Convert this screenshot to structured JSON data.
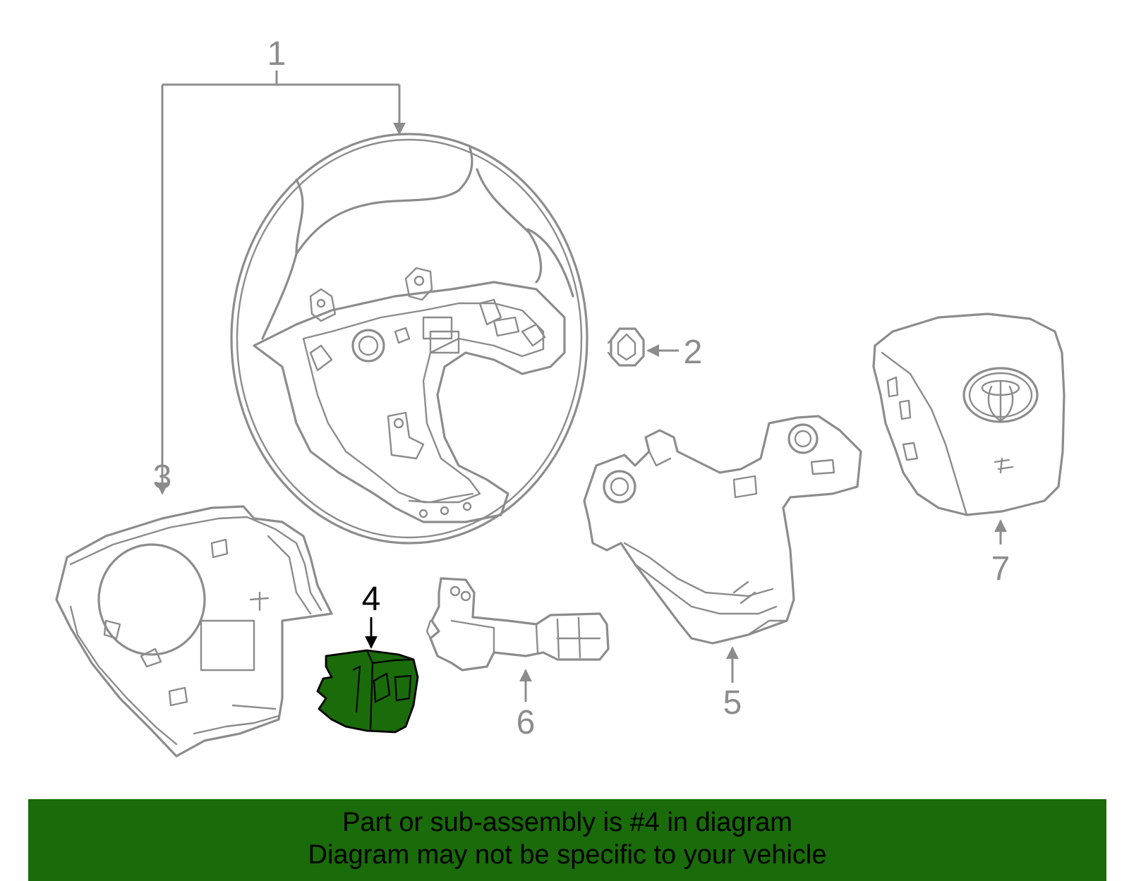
{
  "diagram": {
    "callouts": {
      "c1": "1",
      "c2": "2",
      "c3": "3",
      "c4": "4",
      "c5": "5",
      "c6": "6",
      "c7": "7"
    },
    "highlight_color": "#1a6b0a",
    "line_color": "#8c8c8c",
    "highlighted_part": "4"
  },
  "banner": {
    "line1": "Part or sub-assembly is #4 in diagram",
    "line2": "Diagram may not be specific to your vehicle",
    "background": "#1a6b0a"
  }
}
